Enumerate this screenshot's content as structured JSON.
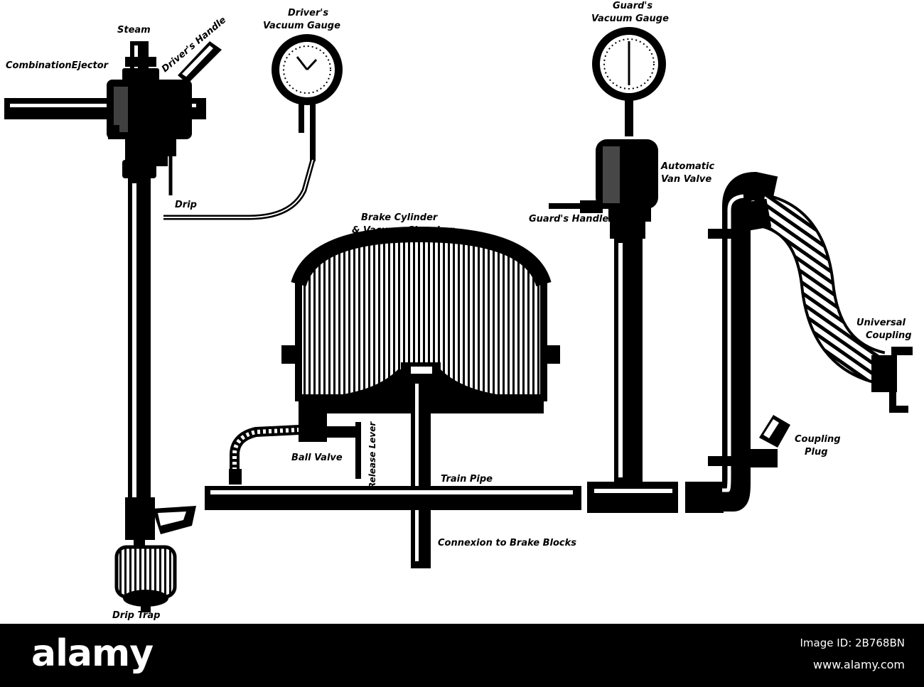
{
  "diagram": {
    "labels": {
      "steam": "Steam",
      "drivers_handle": "Driver's Handle",
      "combination_ejector": "CombinationEjector",
      "drivers_gauge_1": "Driver's",
      "drivers_gauge_2": "Vacuum Gauge",
      "guards_gauge_1": "Guard's",
      "guards_gauge_2": "Vacuum Gauge",
      "drip": "Drip",
      "brake_cylinder_1": "Brake Cylinder",
      "brake_cylinder_2": "& Vacuum Chamber",
      "automatic_1": "Automatic",
      "automatic_2": "Van Valve",
      "guards_handle": "Guard's Handle",
      "universal_1": "Universal",
      "universal_2": "Coupling",
      "coupling_plug_1": "Coupling",
      "coupling_plug_2": "Plug",
      "ball_valve": "Ball Valve",
      "release_lever": "Release Lever",
      "train_pipe": "Train Pipe",
      "connexion": "Connexion to Brake Blocks",
      "drip_trap": "Drip Trap"
    }
  },
  "footer": {
    "brand": "alamy",
    "image_id": "Image ID: 2B768BN",
    "site": "www.alamy.com"
  }
}
